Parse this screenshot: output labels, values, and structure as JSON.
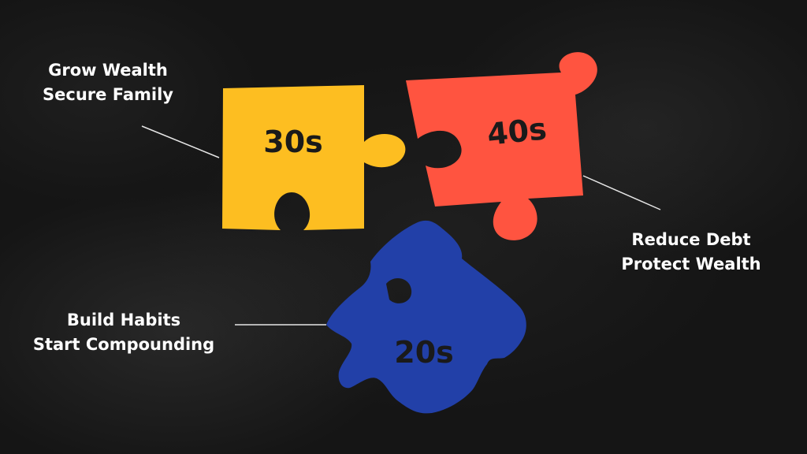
{
  "pieces": {
    "thirties": {
      "label": "30s",
      "color": "#FDBE21"
    },
    "forties": {
      "label": "40s",
      "color": "#FF5440"
    },
    "twenties": {
      "label": "20s",
      "color": "#2240A8"
    }
  },
  "notes": {
    "thirties": {
      "line1": "Grow Wealth",
      "line2": "Secure Family"
    },
    "forties": {
      "line1": "Reduce Debt",
      "line2": "Protect Wealth"
    },
    "twenties": {
      "line1": "Build Habits",
      "line2": "Start Compounding"
    }
  },
  "connector_color": "#E6E6E6"
}
